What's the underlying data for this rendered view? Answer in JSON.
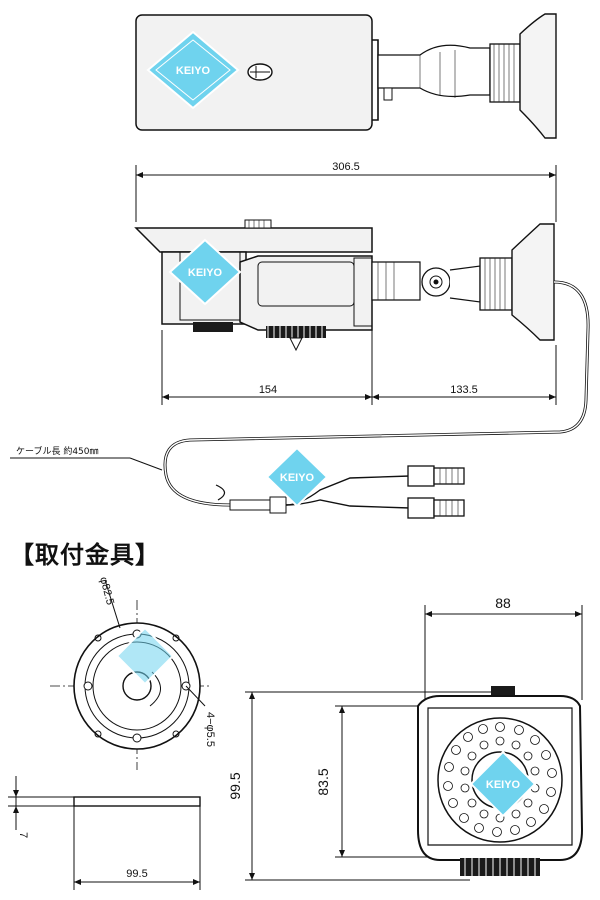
{
  "brand": {
    "logo_text": "KEIYO",
    "accent": "#6fd3ee"
  },
  "dimensions": {
    "overall_length": "306.5",
    "body_length": "154",
    "mount_length": "133.5",
    "mount_diameter": "φ82.5",
    "mount_holes": "4−φ5.5",
    "mount_thickness": "7",
    "mount_width": "99.5",
    "front_width": "88",
    "front_height_total": "99.5",
    "front_height_body": "83.5"
  },
  "labels": {
    "cable_length": "ケーブル長 約450㎜",
    "mount_section_title": "【取付金具】"
  }
}
